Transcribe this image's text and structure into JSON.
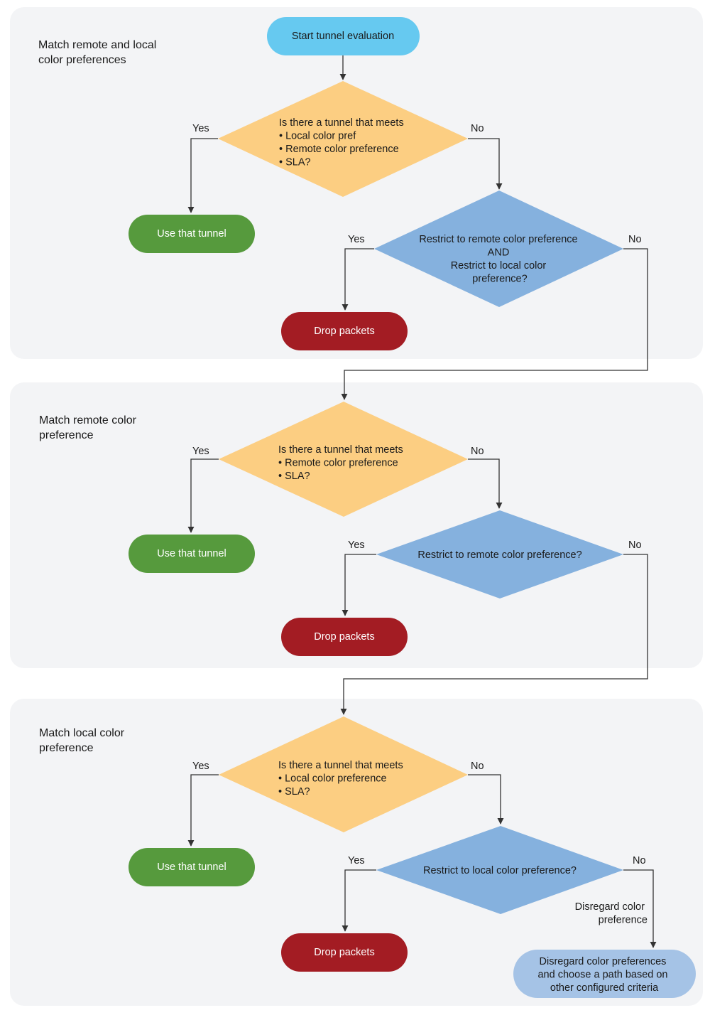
{
  "colors": {
    "panel": "#f3f4f6",
    "start": "#66c9f0",
    "decision_tunnel": "#fcce82",
    "decision_restrict": "#85b1de",
    "use_tunnel": "#569a3d",
    "drop": "#a31c23",
    "fallback": "#a5c3e6",
    "edge": "#333333"
  },
  "start": {
    "label": "Start tunnel evaluation"
  },
  "sections": [
    {
      "title": [
        "Match remote and local",
        "color preferences"
      ],
      "decision": [
        "Is there a tunnel that meets",
        "• Local color pref",
        "• Remote color preference",
        "• SLA?"
      ],
      "restrict": [
        "Restrict to remote color preference",
        "AND",
        "Restrict to local color",
        "preference?"
      ],
      "use": "Use that tunnel",
      "drop": "Drop packets"
    },
    {
      "title": [
        "Match remote color",
        "preference"
      ],
      "decision": [
        "Is there a tunnel that meets",
        "• Remote color preference",
        "• SLA?"
      ],
      "restrict": [
        "Restrict to remote color preference?"
      ],
      "use": "Use that tunnel",
      "drop": "Drop packets"
    },
    {
      "title": [
        "Match local color",
        "preference"
      ],
      "decision": [
        "Is there a tunnel that meets",
        "• Local color preference",
        "• SLA?"
      ],
      "restrict": [
        "Restrict to local color preference?"
      ],
      "use": "Use that tunnel",
      "drop": "Drop packets"
    }
  ],
  "labels": {
    "yes": "Yes",
    "no": "No"
  },
  "fallback_edge_label": [
    "Disregard color",
    "preference"
  ],
  "fallback": [
    "Disregard color preferences",
    "and choose a path based on",
    "other configured criteria"
  ]
}
